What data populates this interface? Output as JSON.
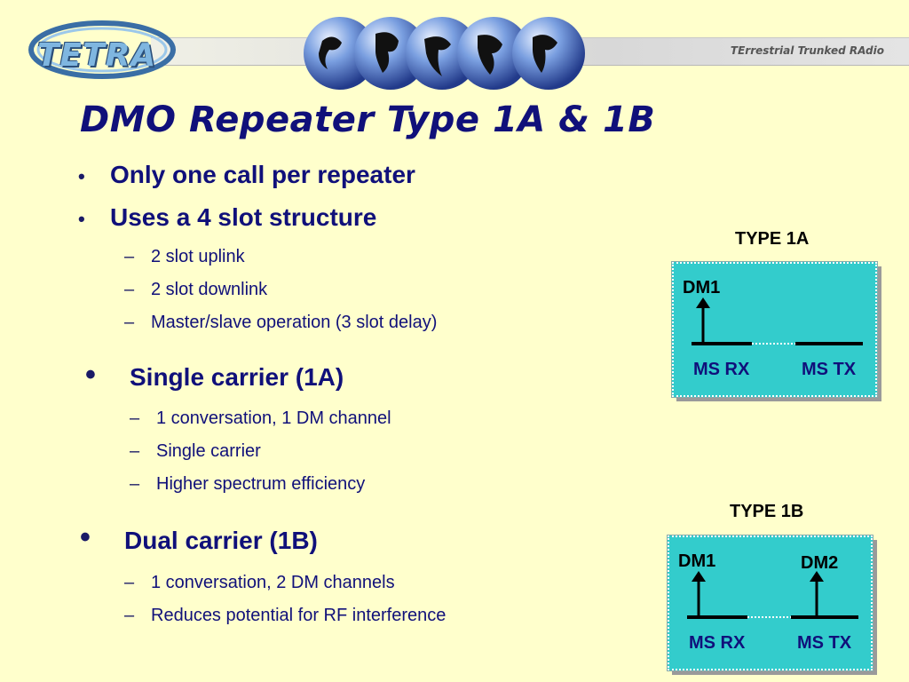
{
  "header": {
    "logo": "TETRA",
    "tagline": "TErrestrial Trunked RAdio"
  },
  "slide": {
    "title": "DMO Repeater Type 1A & 1B",
    "bullets": [
      {
        "text": "Only one call per repeater"
      },
      {
        "text": "Uses a 4 slot structure",
        "sub": [
          "2 slot uplink",
          "2 slot downlink",
          "Master/slave operation (3 slot delay)"
        ]
      },
      {
        "text": "Single carrier (1A)",
        "sub": [
          "1 conversation, 1 DM channel",
          "Single carrier",
          "Higher spectrum efficiency"
        ]
      },
      {
        "text": "Dual carrier (1B)",
        "sub": [
          "1 conversation, 2 DM channels",
          "Reduces potential for RF interference"
        ]
      }
    ],
    "bullet_glyph": "•",
    "dash_glyph": "–"
  },
  "diagrams": {
    "type1a": {
      "label": "TYPE 1A",
      "dm1": "DM1",
      "rx": "MS RX",
      "tx": "MS TX"
    },
    "type1b": {
      "label": "TYPE 1B",
      "dm1": "DM1",
      "dm2": "DM2",
      "rx": "MS RX",
      "tx": "MS TX"
    }
  },
  "colors": {
    "background": "#ffffcc",
    "text": "#10107a",
    "box": "#33cccc"
  }
}
